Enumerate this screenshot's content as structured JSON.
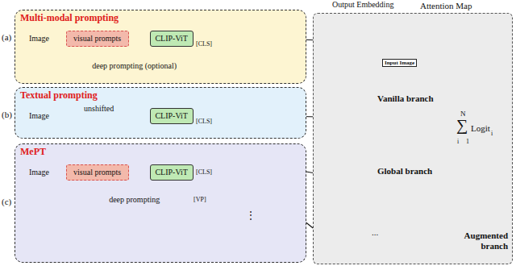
{
  "diagram": {
    "nodes": [
      {
        "text": [
          "Multi-modal prompting"
        ]
      },
      {
        "text": [
          "visual prompts"
        ],
        "in": 0
      },
      {
        "text": [
          "CLIP-ViT"
        ],
        "in": 0
      },
      {
        "text": [
          "Textual prompting"
        ]
      },
      {
        "text": [
          "CLIP-ViT"
        ],
        "in": 3
      },
      {
        "text": [
          "MePT"
        ]
      },
      {
        "text": [
          "visual prompts"
        ],
        "in": 5
      },
      {
        "text": [
          "CLIP-ViT"
        ],
        "in": 5
      },
      {
        "text": [
          "Attention Map"
        ]
      }
    ],
    "edges": [
      {
        "from": 1,
        "to": 2,
        "arrow": "to"
      },
      {
        "from": 1,
        "to": 2,
        "label": "deep prompting (optional)",
        "arrow": "to"
      },
      {
        "from": 6,
        "to": 7,
        "arrow": "to"
      },
      {
        "from": 6,
        "to": 7,
        "label": "deep prompting",
        "arrow": "to"
      }
    ],
    "labels": [
      "Output Embedding",
      "(a)",
      "Image",
      "[CLS]",
      "(b)",
      "Image",
      "unshifted",
      "[CLS]",
      "(c)",
      "Image",
      "[CLS]",
      "[VP]",
      "⋮",
      "Input Image",
      "Vanilla branch",
      "Global branch",
      "Augmented branch",
      "...",
      "N",
      "∑",
      "Logit",
      "i",
      "i",
      "1"
    ]
  }
}
